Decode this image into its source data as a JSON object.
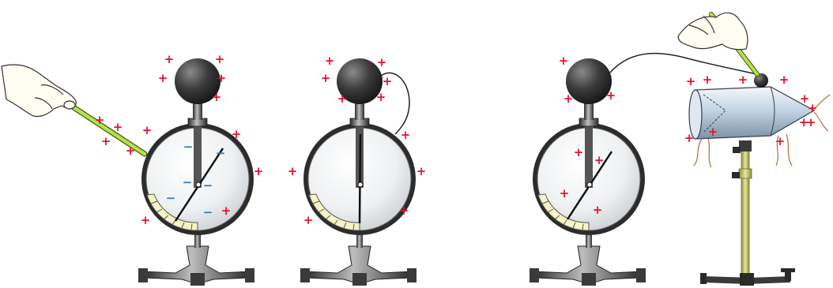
{
  "diagram": {
    "panels": [
      {
        "name": "electroscope-induction",
        "needle_state": "deflected",
        "objects": [
          "charged-rod",
          "electroscope"
        ]
      },
      {
        "name": "electroscope-wired",
        "needle_state": "rest",
        "objects": [
          "electroscope",
          "wire"
        ]
      },
      {
        "name": "electroscope-conductor",
        "needle_state": "deflected",
        "objects": [
          "electroscope",
          "wire",
          "conductor-on-stand",
          "probe-rod"
        ]
      }
    ],
    "symbols": {
      "positive": "+",
      "negative": "−"
    },
    "colors": {
      "positive_charge": "#e8112d",
      "negative_charge": "#1e7fc8",
      "scale": "#f7f3c4",
      "rod": "#b5e24a",
      "conductor": "#c3d4e4",
      "stand_pole": "#c9c969",
      "metal_dark": "#4a4a4a"
    }
  }
}
